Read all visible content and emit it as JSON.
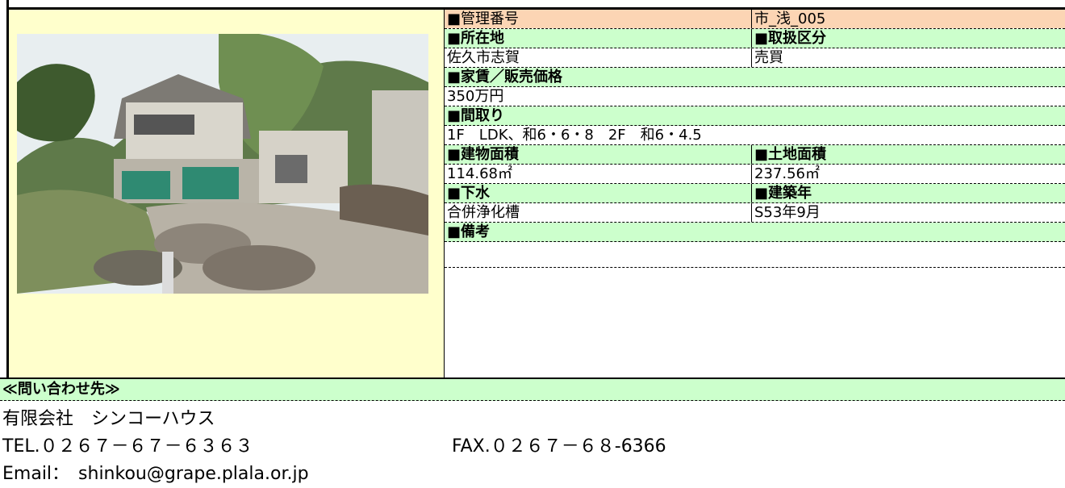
{
  "listing": {
    "mgmt_no_label": "■管理番号",
    "mgmt_no_value": "市_浅_005",
    "location_label": "■所在地",
    "location_value": "佐久市志賀",
    "deal_type_label": "■取扱区分",
    "deal_type_value": "売買",
    "price_label": "■家賃／販売価格",
    "price_value": "350万円",
    "layout_label": "■間取り",
    "layout_value": "1F　LDK、和6・6・8　2F　和6・4.5",
    "building_area_label": "■建物面積",
    "building_area_value": "114.68㎡",
    "land_area_label": "■土地面積",
    "land_area_value": "237.56㎡",
    "sewage_label": "■下水",
    "sewage_value": "合併浄化槽",
    "built_year_label": "■建築年",
    "built_year_value": "S53年9月",
    "remarks_label": "■備考",
    "remarks_value": ""
  },
  "contact": {
    "title": "≪問い合わせ先≫",
    "company": "有限会社　シンコーハウス",
    "tel": "TEL.０２６７－６７－６３６３",
    "fax": "FAX.０２６７－６８-6366",
    "email": "Email：　shinkou@grape.plala.or.jp"
  },
  "colors": {
    "header_green": "#ccffcc",
    "header_orange": "#fcd5b4",
    "photo_panel_yellow": "#ffffcc"
  }
}
